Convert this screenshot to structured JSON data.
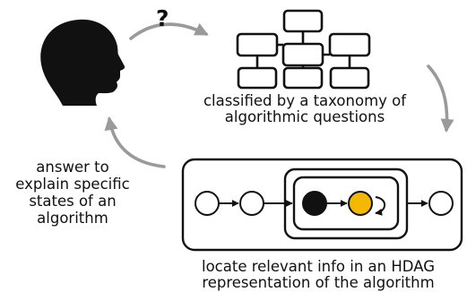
{
  "question_mark": "?",
  "taxonomy_caption": [
    "classified by a taxonomy of",
    "algorithmic questions"
  ],
  "answer_caption": [
    "answer to",
    "explain specific",
    "states of an",
    "algorithm"
  ],
  "hdag_caption": [
    "locate relevant info in an HDAG",
    "representation of the algorithm"
  ],
  "colors": {
    "arrow": "#9a9a9a",
    "ink": "#111111",
    "current_state": "#f5b800",
    "background": "#ffffff"
  }
}
